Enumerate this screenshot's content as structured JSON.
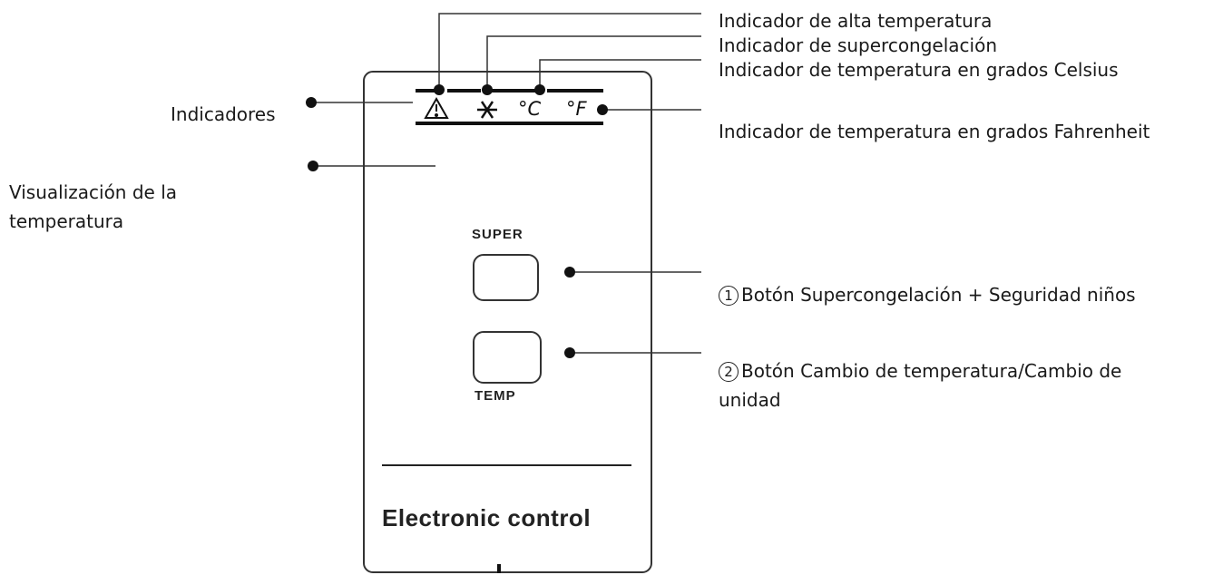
{
  "callouts": {
    "high_temp": "Indicador de alta temperatura",
    "super_freeze": "Indicador de supercongelación",
    "celsius": "Indicador de temperatura en grados Celsius",
    "fahrenheit": "Indicador de temperatura en grados Fahrenheit",
    "indicators": "Indicadores",
    "temp_display_line1": "Visualización de la",
    "temp_display_line2": "temperatura",
    "button1_number": "1",
    "button1_text": "Botón Supercongelación + Seguridad niños",
    "button2_number": "2",
    "button2_text_line1": "Botón Cambio de temperatura/Cambio de",
    "button2_text_line2": "unidad"
  },
  "panel": {
    "super_label": "SUPER",
    "temp_label": "TEMP",
    "title": "Electronic control",
    "celsius_symbol": "°C",
    "fahrenheit_symbol": "°F",
    "warning_symbol": "⚠",
    "snowflake_symbol": "❄"
  },
  "icons": [
    "warning-triangle-icon",
    "snowflake-icon",
    "thermometer-icon"
  ]
}
